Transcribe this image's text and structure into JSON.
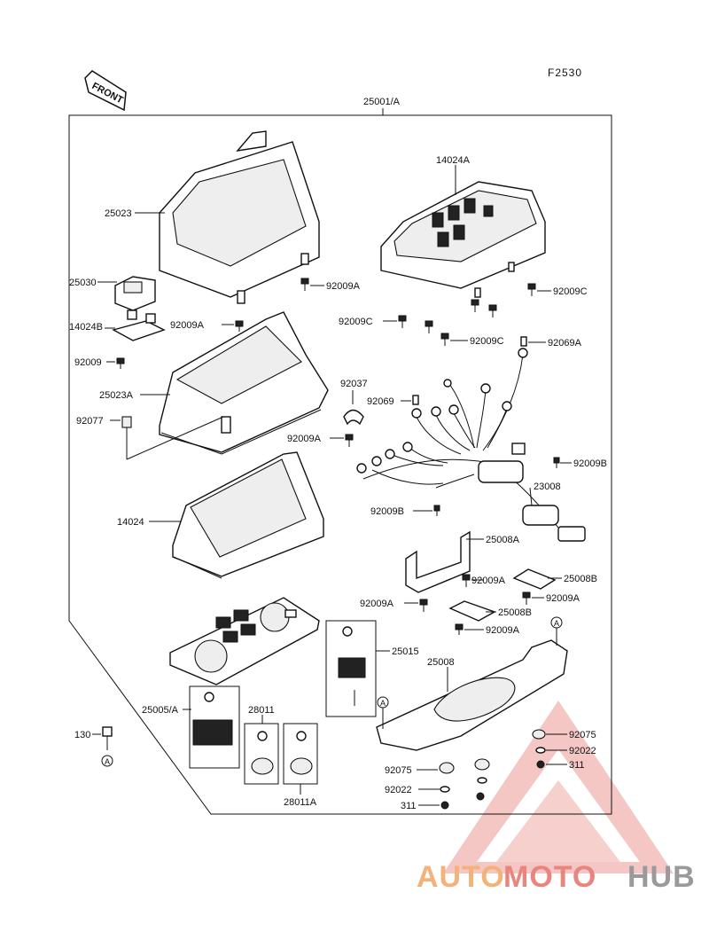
{
  "header": {
    "figure_code": "F2530",
    "front_label": "FRONT",
    "assembly_label": "25001/A"
  },
  "labels": {
    "p25023": "25023",
    "p14024A": "14024A",
    "p25030": "25030",
    "p92009A_1": "92009A",
    "p92009C_1": "92009C",
    "p14024B": "14024B",
    "p92009A_2": "92009A",
    "p92009C_2": "92009C",
    "p92009C_3": "92009C",
    "p92069A": "92069A",
    "p92009": "92009",
    "p25023A": "25023A",
    "p92037": "92037",
    "p92069": "92069",
    "p92077": "92077",
    "p92009A_3": "92009A",
    "p92009B_1": "92009B",
    "p23008": "23008",
    "p14024": "14024",
    "p92009B_2": "92009B",
    "p25008A": "25008A",
    "p92009A_4": "92009A",
    "p25008B_1": "25008B",
    "p92009A_5": "92009A",
    "p92009A_6": "92009A",
    "p25008B_2": "25008B",
    "p92009A_7": "92009A",
    "p25015": "25015",
    "p25008": "25008",
    "p25005A": "25005/A",
    "p28011": "28011",
    "p130": "130",
    "p92075_1": "92075",
    "p92022_1": "92022",
    "p311_1": "311",
    "p92075_2": "92075",
    "p92022_2": "92022",
    "p311_2": "311",
    "p28011A": "28011A",
    "ref_a1": "A",
    "ref_a2": "A",
    "ref_a3": "A"
  },
  "watermark": {
    "brand_part1": "AUTO",
    "brand_part2": "MOTO",
    "brand_part3": "HUB",
    "color_orange": "#f2b27a",
    "color_red": "#e8857f",
    "color_gray": "#9a9a9a"
  }
}
